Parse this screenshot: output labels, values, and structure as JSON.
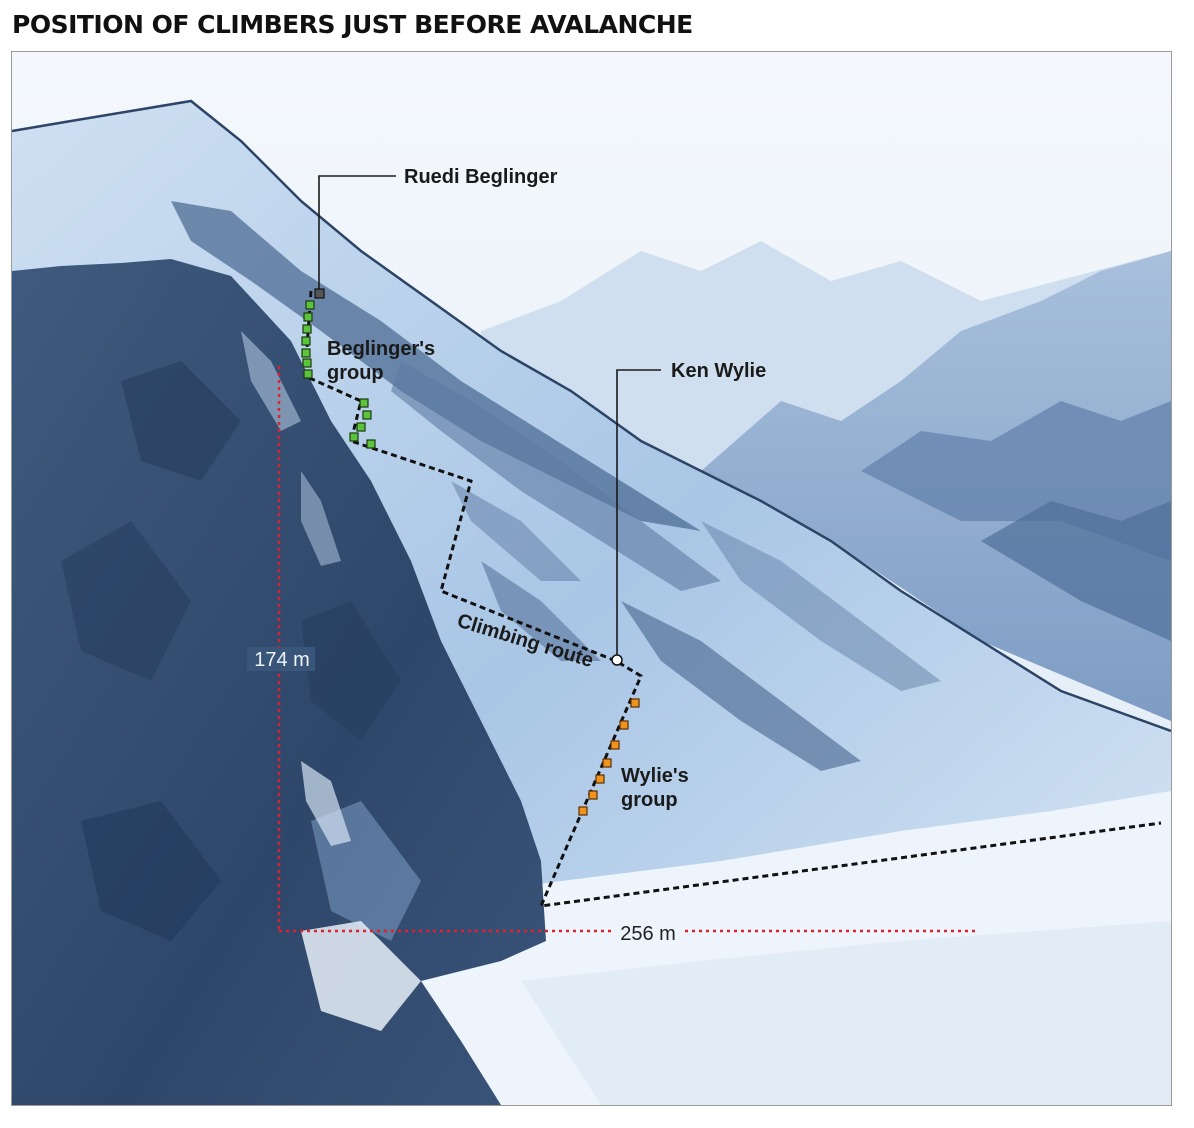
{
  "title": "POSITION OF CLIMBERS JUST BEFORE AVALANCHE",
  "labels": {
    "ruedi": "Ruedi Beglinger",
    "beglinger_group_line1": "Beglinger's",
    "beglinger_group_line2": "group",
    "ken": "Ken Wylie",
    "route": "Climbing route",
    "wylie_group_line1": "Wylie's",
    "wylie_group_line2": "group",
    "vertical_dim": "174 m",
    "horizontal_dim": "256 m"
  },
  "legend_colors": {
    "beglinger_group": "#5cc43a",
    "wylie_group": "#f0921e",
    "ruedi": "#555555",
    "ken": "#ffffff",
    "dimension_lines": "#e0202a",
    "route": "#111111"
  }
}
